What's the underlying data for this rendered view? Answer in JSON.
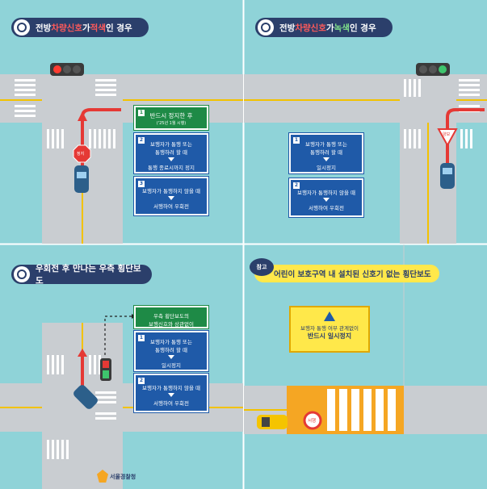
{
  "panels": {
    "top_left": {
      "title_prefix": "전방 ",
      "title_highlight": "차량신호",
      "title_mid": "가 ",
      "title_highlight2": "적색",
      "title_suffix": "인 경우"
    },
    "top_right": {
      "title_prefix": "전방 ",
      "title_highlight": "차량신호",
      "title_mid": "가 ",
      "title_highlight2": "녹색",
      "title_suffix": "인 경우"
    },
    "bottom_left": {
      "title": "우회전 후 만나는 우측 횡단보도"
    },
    "bottom_right": {
      "badge": "참고",
      "title": "어린이 보호구역 내 설치된 신호기 없는 횡단보도"
    }
  },
  "signs": {
    "tl_green": {
      "num": "1",
      "main": "반드시 정지한 후",
      "sub": "('25년 1월 시행)"
    },
    "tl_box1": {
      "num": "2",
      "line1": "보행자가 통행 또는",
      "line2": "통행하려 할 때",
      "action": "통행 종료시까지 정지"
    },
    "tl_box2": {
      "num": "3",
      "line1": "보행자가 통행하지 않을 때",
      "action": "서행하여 우회전"
    },
    "tr_box1": {
      "num": "1",
      "line1": "보행자가 통행 또는",
      "line2": "통행하려 할 때",
      "action": "일시정지"
    },
    "tr_box2": {
      "num": "2",
      "line1": "보행자가 통행하지 않을 때",
      "action": "서행하여 우회전"
    },
    "bl_green": {
      "line1": "우측 횡단보도의",
      "line2": "보행신호와 상관없이"
    },
    "bl_box1": {
      "num": "1",
      "line1": "보행자가 통행 또는",
      "line2": "통행하려 할 때",
      "action": "일시정지"
    },
    "bl_box2": {
      "num": "2",
      "line1": "보행자가 통행하지 않을 때",
      "action": "서행하여 우회전"
    },
    "br_box": {
      "line1": "보행자 통행 여부 관계없이",
      "line2": "반드시 일시정지"
    }
  },
  "road_marks": {
    "stop_sign": "정지",
    "yield_sign": "양보",
    "school_zone": "서행"
  },
  "footer": {
    "org": "서울경찰청"
  },
  "colors": {
    "sky": "#8fd3d8",
    "road": "#c9cdd1",
    "pill": "#2b3f6b",
    "sign_blue": "#1f5aa8",
    "sign_green": "#1e8a46",
    "yellow": "#ffe84a",
    "orange": "#f5a623"
  }
}
